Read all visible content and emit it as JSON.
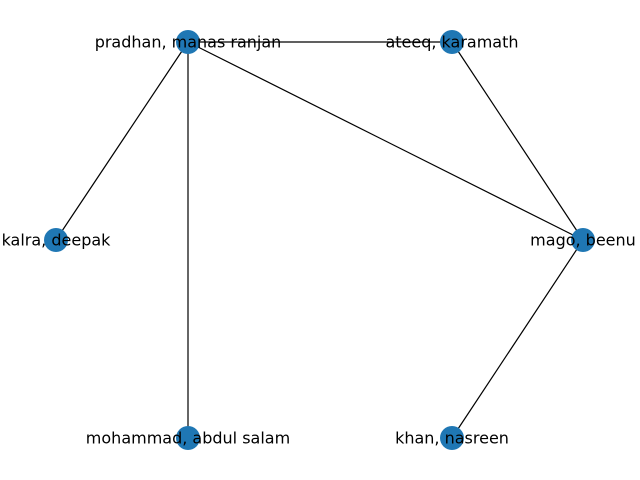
{
  "graph": {
    "node_color": "#1f77b4",
    "edge_color": "#000000",
    "nodes": [
      {
        "id": "pradhan",
        "label": "pradhan, manas ranjan"
      },
      {
        "id": "ateeq",
        "label": "ateeq, karamath"
      },
      {
        "id": "kalra",
        "label": "kalra, deepak"
      },
      {
        "id": "mago",
        "label": "mago, beenu"
      },
      {
        "id": "mohammad",
        "label": "mohammad, abdul salam"
      },
      {
        "id": "khan",
        "label": "khan, nasreen"
      }
    ],
    "edges": [
      {
        "source": "pradhan",
        "target": "ateeq"
      },
      {
        "source": "pradhan",
        "target": "kalra"
      },
      {
        "source": "pradhan",
        "target": "mago"
      },
      {
        "source": "pradhan",
        "target": "mohammad"
      },
      {
        "source": "ateeq",
        "target": "mago"
      },
      {
        "source": "mago",
        "target": "khan"
      }
    ]
  }
}
